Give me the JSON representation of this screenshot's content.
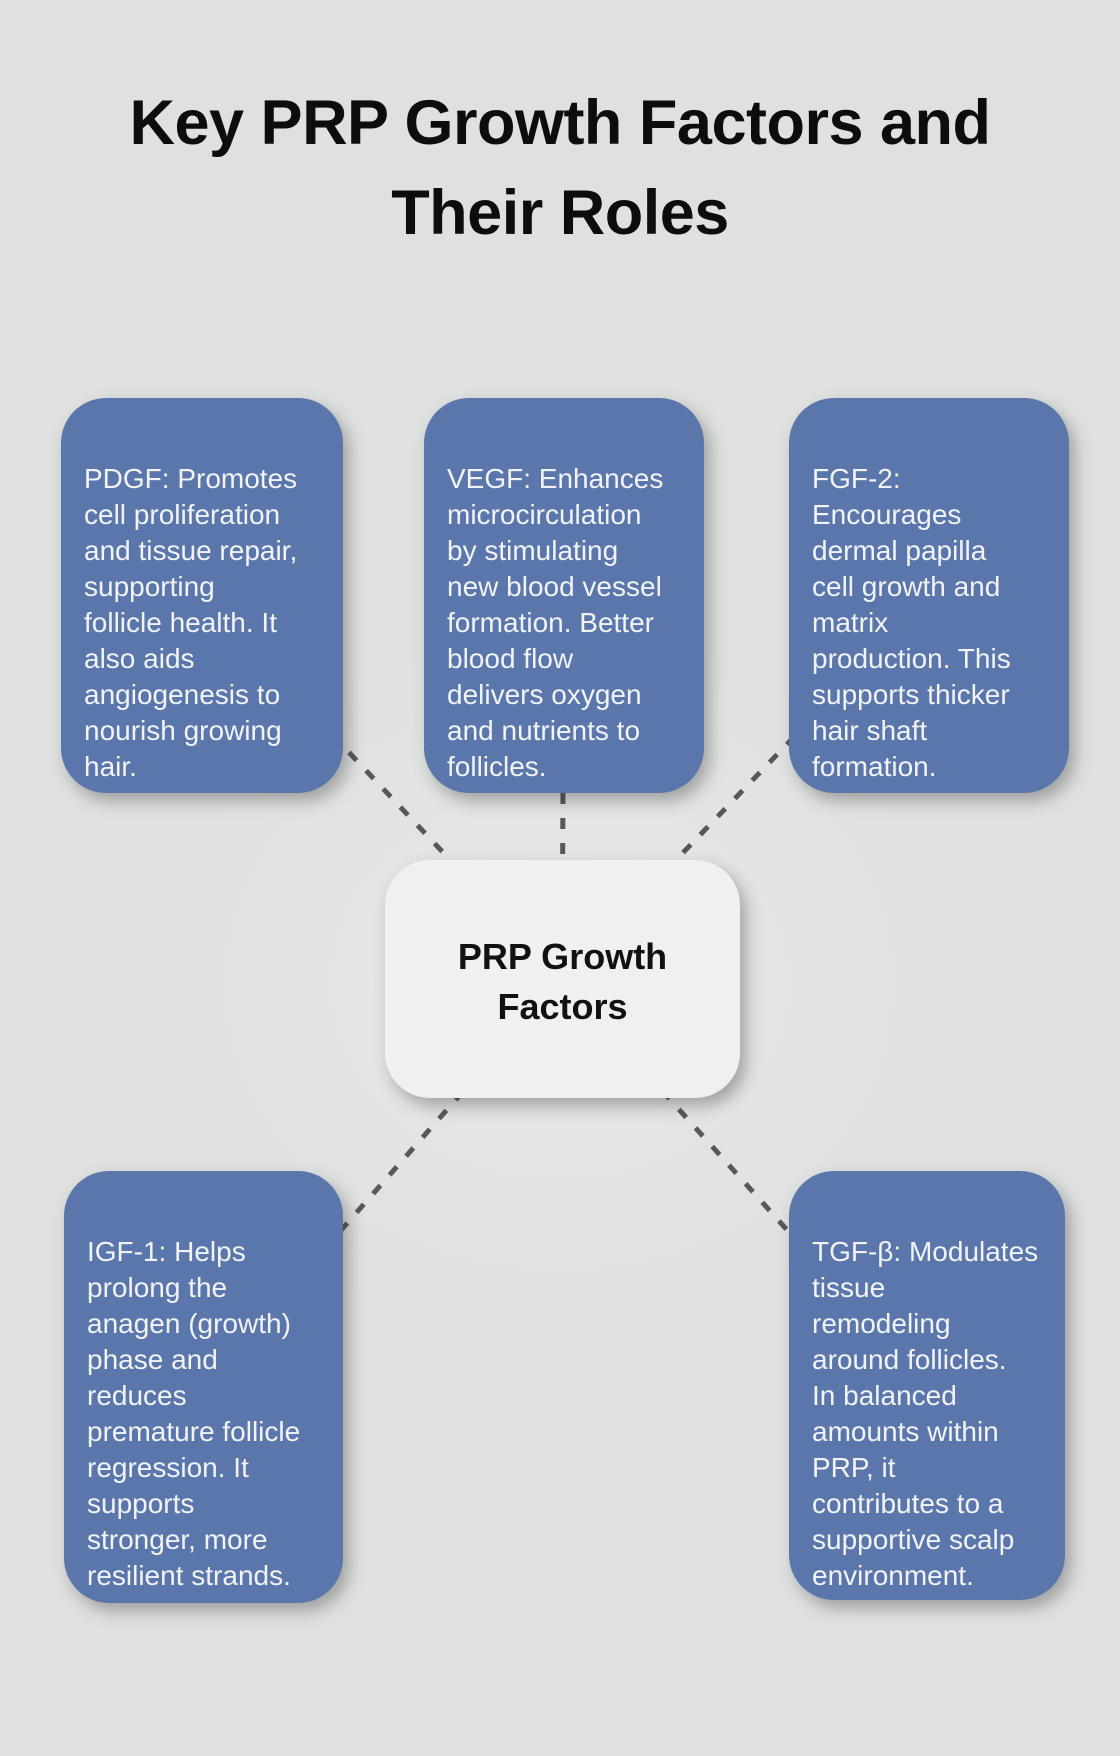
{
  "title": "Key PRP Growth Factors and\nTheir Roles",
  "center_node": {
    "label": "PRP Growth\nFactors"
  },
  "nodes": {
    "pdgf": {
      "text": "PDGF: Promotes\ncell proliferation\nand tissue repair,\nsupporting\nfollicle health. It\nalso aids\nangiogenesis to\nnourish growing\nhair."
    },
    "vegf": {
      "text": "VEGF: Enhances\nmicrocirculation\nby stimulating\nnew blood vessel\nformation. Better\nblood flow\ndelivers oxygen\nand nutrients to\nfollicles."
    },
    "fgf2": {
      "text": "FGF-2:\nEncourages\ndermal papilla\ncell growth and\nmatrix\nproduction. This\nsupports thicker\nhair shaft\nformation."
    },
    "igf1": {
      "text": "IGF-1: Helps\nprolong the\nanagen (growth)\nphase and\nreduces\npremature follicle\nregression. It\nsupports\nstronger, more\nresilient strands."
    },
    "tgfb": {
      "text": "TGF-β: Modulates\ntissue\nremodeling\naround follicles.\nIn balanced\namounts within\nPRP, it\ncontributes to a\nsupportive scalp\nenvironment."
    }
  },
  "theme": {
    "page_bg": "#dfe1e0",
    "accent_blue": "#5b76ab",
    "node_bg": "#eef0f1",
    "dash_color": "#57585a",
    "title_color": "#0d0d0d",
    "box_text_color": "#f1f3f6"
  }
}
